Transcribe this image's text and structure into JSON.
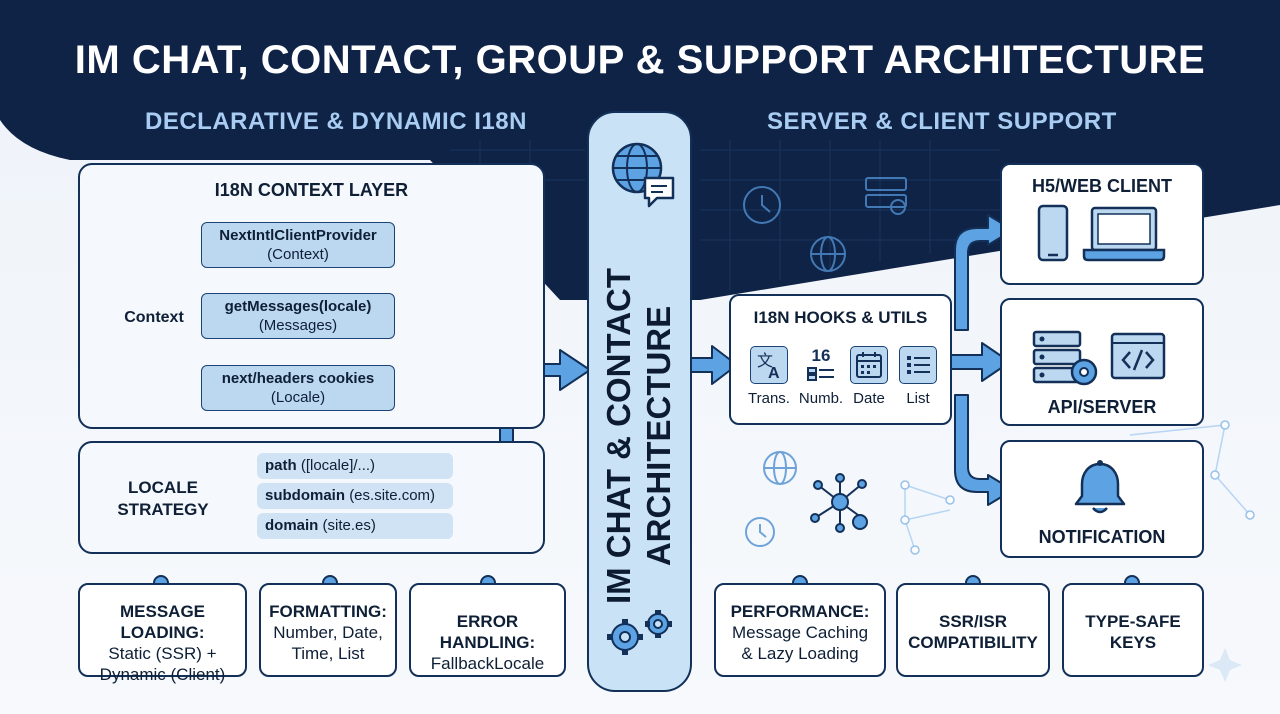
{
  "title": "IM CHAT, CONTACT, GROUP & SUPPORT ARCHITECTURE",
  "left_heading": "DECLARATIVE & DYNAMIC I18N",
  "right_heading": "SERVER & CLIENT SUPPORT",
  "center_label": [
    "IM CHAT & CONTACT",
    "ARCHITECTURE"
  ],
  "context_layer": {
    "title": "I18N CONTEXT LAYER",
    "side_label": "Context",
    "nodes": [
      {
        "main": "NextIntlClientProvider",
        "sub": "(Context)"
      },
      {
        "main": "getMessages(locale)",
        "sub": "(Messages)"
      },
      {
        "main": "next/headers cookies",
        "sub": "(Locale)"
      }
    ]
  },
  "locale_strategy": {
    "title": "LOCALE STRATEGY",
    "options": [
      {
        "key": "path",
        "value": "([locale]/...)"
      },
      {
        "key": "subdomain",
        "value": "(es.site.com)"
      },
      {
        "key": "domain",
        "value": "(site.es)"
      }
    ]
  },
  "left_features": [
    {
      "title": "MESSAGE LOADING:",
      "body": [
        "Static (SSR) +",
        "Dynamic (Client)"
      ]
    },
    {
      "title": "FORMATTING:",
      "body": [
        "Number, Date,",
        "Time, List"
      ]
    },
    {
      "title": "ERROR HANDLING:",
      "body": [
        "FallbackLocale"
      ]
    }
  ],
  "hooks": {
    "title": "I18N HOOKS & UTILS",
    "items": [
      {
        "label": "Trans.",
        "icon": "translate-icon"
      },
      {
        "label": "Numb.",
        "icon": "number-format-icon",
        "glyph": "16"
      },
      {
        "label": "Date",
        "icon": "calendar-icon"
      },
      {
        "label": "List",
        "icon": "list-icon"
      }
    ]
  },
  "targets": [
    {
      "label": "H5/WEB CLIENT",
      "icon": "devices-icon"
    },
    {
      "label": "API/SERVER",
      "icon": "server-icon"
    },
    {
      "label": "NOTIFICATION",
      "icon": "bell-icon"
    }
  ],
  "right_features": [
    {
      "title": "PERFORMANCE:",
      "body": [
        "Message Caching",
        "& Lazy Loading"
      ]
    },
    {
      "title": "SSR/ISR",
      "title2": "COMPATIBILITY"
    },
    {
      "title": "TYPE-SAFE",
      "title2": "KEYS"
    }
  ],
  "colors": {
    "navy": "#0f2347",
    "accent_blue": "#5da2e3",
    "light_blue": "#bcd8f1",
    "heading_blue": "#a9cdf2"
  }
}
